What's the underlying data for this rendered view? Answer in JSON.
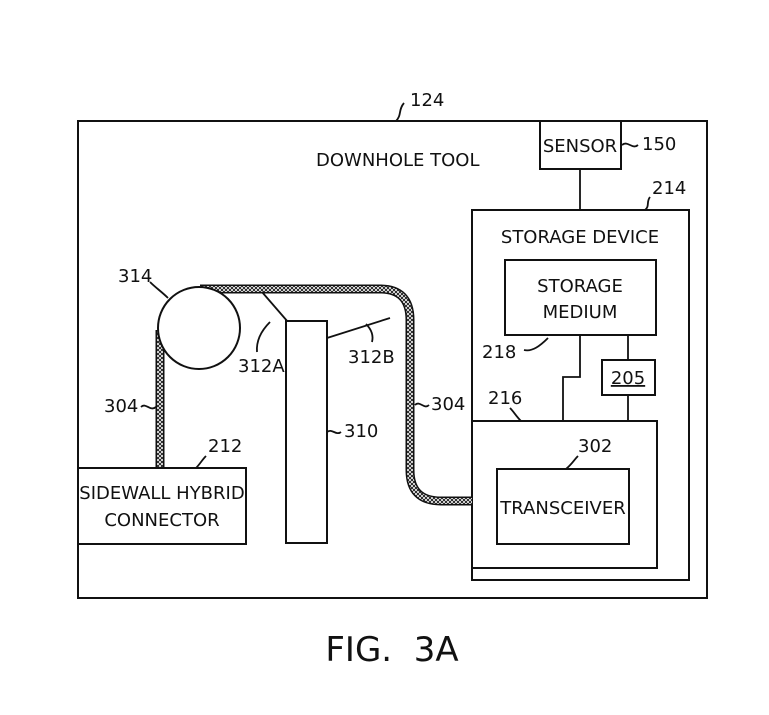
{
  "ref_tool": "124",
  "tool_label": "DOWNHOLE TOOL",
  "sensor": {
    "label": "SENSOR",
    "ref": "150"
  },
  "storage_device": {
    "label": "STORAGE DEVICE",
    "ref": "214"
  },
  "storage_medium": {
    "line1": "STORAGE",
    "line2": "MEDIUM",
    "ref": "218"
  },
  "component_205": "205",
  "inner_box_ref": "216",
  "transceiver": {
    "label": "TRANSCEIVER",
    "ref": "302"
  },
  "pulley_ref": "314",
  "cable_ref_left": "304",
  "cable_ref_right": "304",
  "arm_a_ref": "312A",
  "arm_b_ref": "312B",
  "post_ref": "310",
  "connector": {
    "line1": "SIDEWALL HYBRID",
    "line2": "CONNECTOR",
    "ref": "212"
  },
  "figure_caption": "FIG.  3A"
}
